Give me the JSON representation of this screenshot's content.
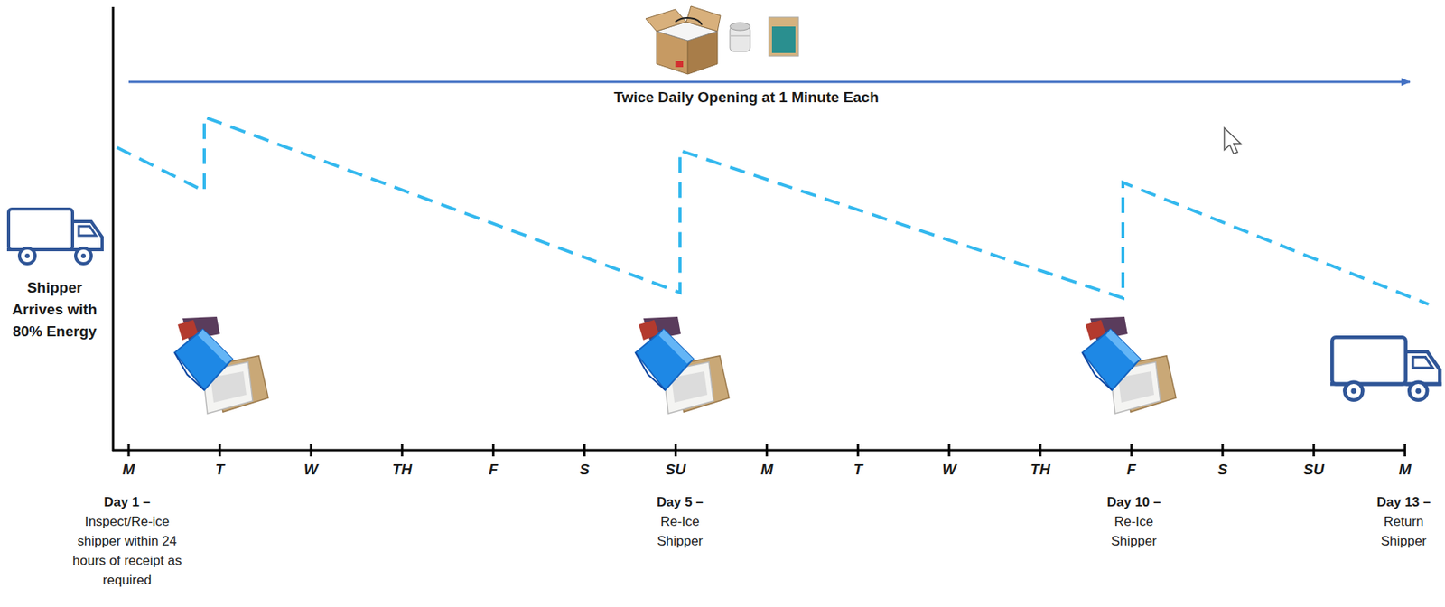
{
  "diagram": {
    "labels": [
      "Twice Daily Opening at 1 Minute Each",
      "Shipper Arrives with 80% Energy",
      "M",
      "T",
      "W",
      "TH",
      "F",
      "S",
      "SU",
      "M",
      "T",
      "W",
      "TH",
      "F",
      "S",
      "SU",
      "M",
      "Day 1 –",
      "Inspect/Re-ice shipper within 24 hours of receipt as required",
      "Day 5 –",
      "Re-Ice Shipper",
      "Day 10 –",
      "Re-Ice Shipper",
      "Day 13 –",
      "Return Shipper"
    ]
  }
}
